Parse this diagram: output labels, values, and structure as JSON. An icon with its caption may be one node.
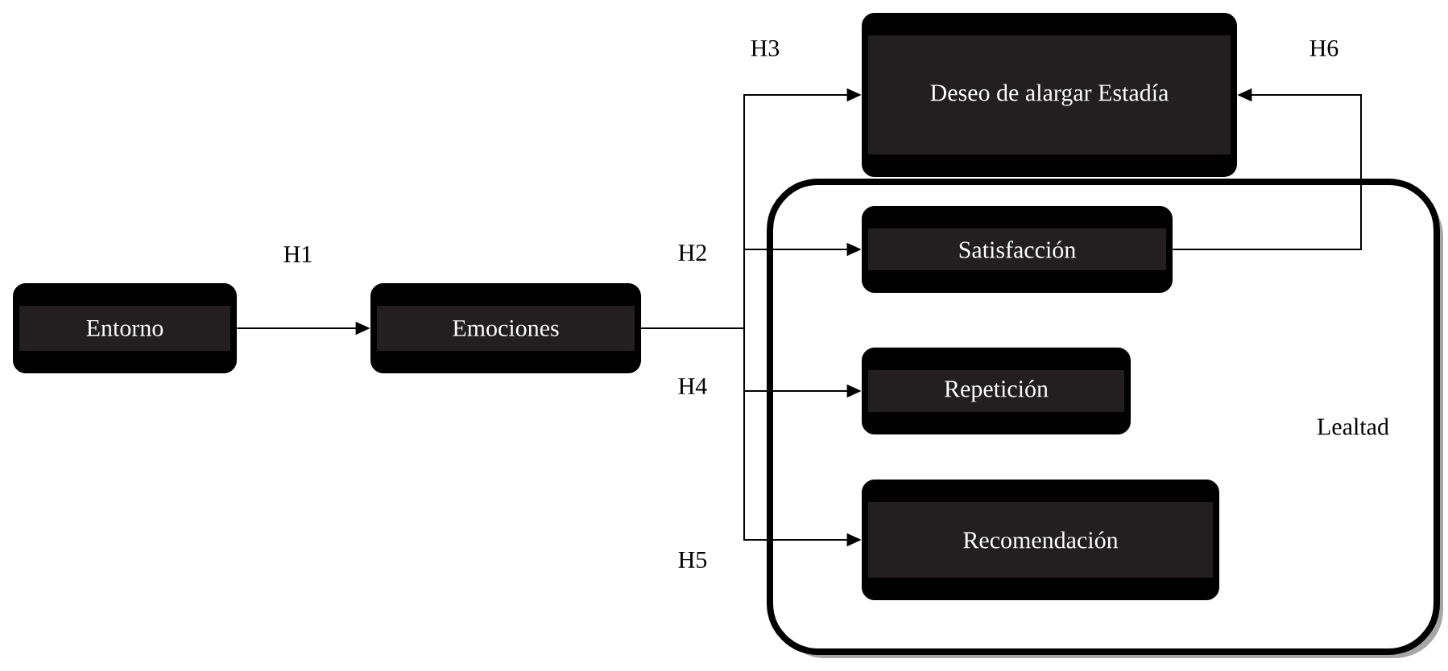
{
  "diagram": {
    "nodes": [
      {
        "text": [
          "Entorno"
        ]
      },
      {
        "text": [
          "Emociones"
        ]
      },
      {
        "text": [
          "Deseo de alargar Estadía"
        ]
      },
      {
        "text": [
          "Lealtad"
        ]
      },
      {
        "text": [
          "Satisfacción"
        ],
        "in": 3
      },
      {
        "text": [
          "Repetición"
        ],
        "in": 3
      },
      {
        "text": [
          "Recomendación"
        ],
        "in": 3
      }
    ],
    "edges": [
      {
        "from": 0,
        "to": 1,
        "arrow": "to",
        "label": "H1"
      },
      {
        "from": 1,
        "to": 2,
        "arrow": "to",
        "label": "H3"
      },
      {
        "from": 1,
        "to": 4,
        "arrow": "to",
        "label": "H2"
      },
      {
        "from": 1,
        "to": 5,
        "arrow": "to",
        "label": "H4"
      },
      {
        "from": 1,
        "to": 6,
        "arrow": "to",
        "label": "H5"
      },
      {
        "from": 4,
        "to": 2,
        "arrow": "to",
        "label": "H6"
      }
    ]
  }
}
